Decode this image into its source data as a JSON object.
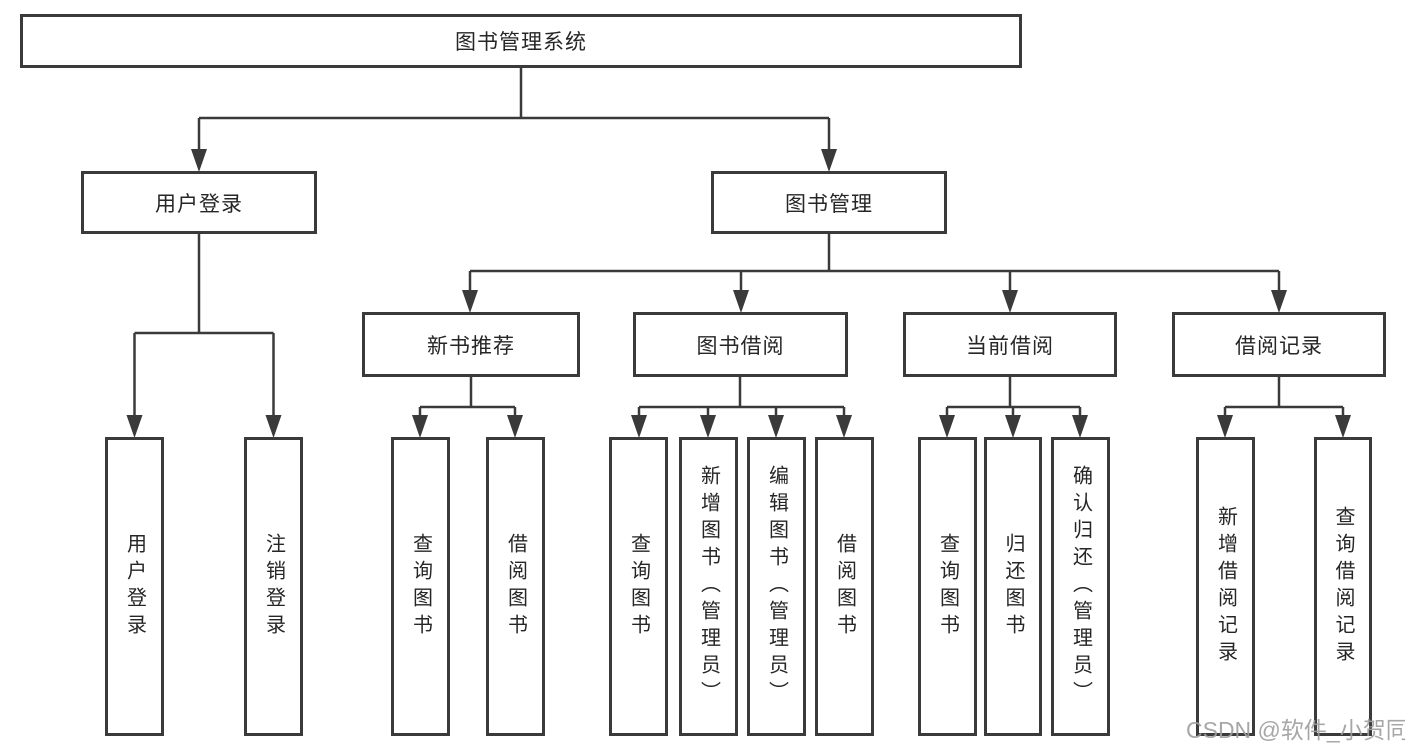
{
  "watermark": "CSDN @软件_小贺同学",
  "colors": {
    "line": "#3a3a3a",
    "text": "#262626",
    "background": "#ffffff",
    "watermark": "#9e9e9e"
  },
  "tree": {
    "root": {
      "label": "图书管理系统",
      "children": [
        {
          "label": "用户登录",
          "children": [
            {
              "label": "用户登录"
            },
            {
              "label": "注销登录"
            }
          ]
        },
        {
          "label": "图书管理",
          "children": [
            {
              "label": "新书推荐",
              "children": [
                {
                  "label": "查询图书"
                },
                {
                  "label": "借阅图书"
                }
              ]
            },
            {
              "label": "图书借阅",
              "children": [
                {
                  "label": "查询图书"
                },
                {
                  "label": "新增图书（管理员）"
                },
                {
                  "label": "编辑图书（管理员）"
                },
                {
                  "label": "借阅图书"
                }
              ]
            },
            {
              "label": "当前借阅",
              "children": [
                {
                  "label": "查询图书"
                },
                {
                  "label": "归还图书"
                },
                {
                  "label": "确认归还（管理员）"
                }
              ]
            },
            {
              "label": "借阅记录",
              "children": [
                {
                  "label": "新增借阅记录"
                },
                {
                  "label": "查询借阅记录"
                }
              ]
            }
          ]
        }
      ]
    }
  }
}
